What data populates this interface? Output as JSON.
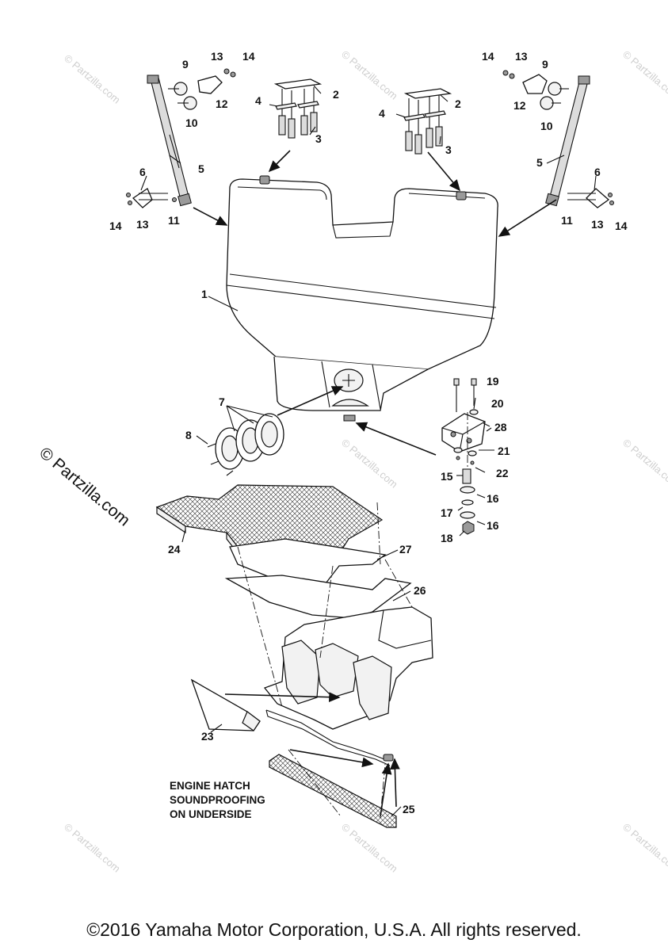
{
  "diagram": {
    "callouts": [
      "1",
      "2",
      "3",
      "4",
      "5",
      "6",
      "7",
      "8",
      "9",
      "10",
      "11",
      "12",
      "13",
      "14",
      "15",
      "16",
      "17",
      "18",
      "19",
      "20",
      "21",
      "22",
      "23",
      "24",
      "25",
      "26",
      "27",
      "28"
    ],
    "note_lines": [
      "ENGINE HATCH",
      "SOUNDPROOFING",
      "ON UNDERSIDE"
    ],
    "watermark_text": "© Partzilla.com",
    "side_watermark": "© Partzilla.com"
  },
  "footer": {
    "copyright": "©2016 Yamaha Motor Corporation, U.S.A. All rights reserved."
  }
}
